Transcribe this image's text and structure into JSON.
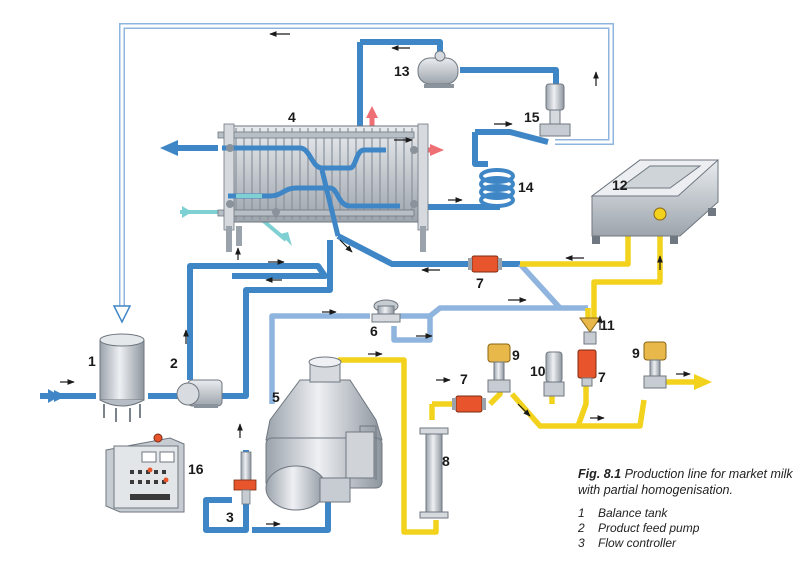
{
  "figure": {
    "label": "Fig. 8.1",
    "title": "Production line for market milk with partial homogenisation.",
    "legend": [
      {
        "num": "1",
        "text": "Balance tank"
      },
      {
        "num": "2",
        "text": "Product feed pump"
      },
      {
        "num": "3",
        "text": "Flow controller"
      }
    ]
  },
  "callouts": [
    "1",
    "2",
    "3",
    "4",
    "5",
    "6",
    "7",
    "7",
    "7",
    "8",
    "9",
    "9",
    "10",
    "11",
    "12",
    "13",
    "14",
    "15",
    "16"
  ],
  "colors": {
    "milk_blue": "#3f86c6",
    "return_blue": "#8fb4de",
    "cream_yellow": "#f2d21c",
    "hot_red": "#ee6f74",
    "cyan": "#7fd0d3",
    "steel": "#c7ccd2",
    "orange_valve": "#e8552c",
    "gold_valve": "#e8b84a"
  }
}
